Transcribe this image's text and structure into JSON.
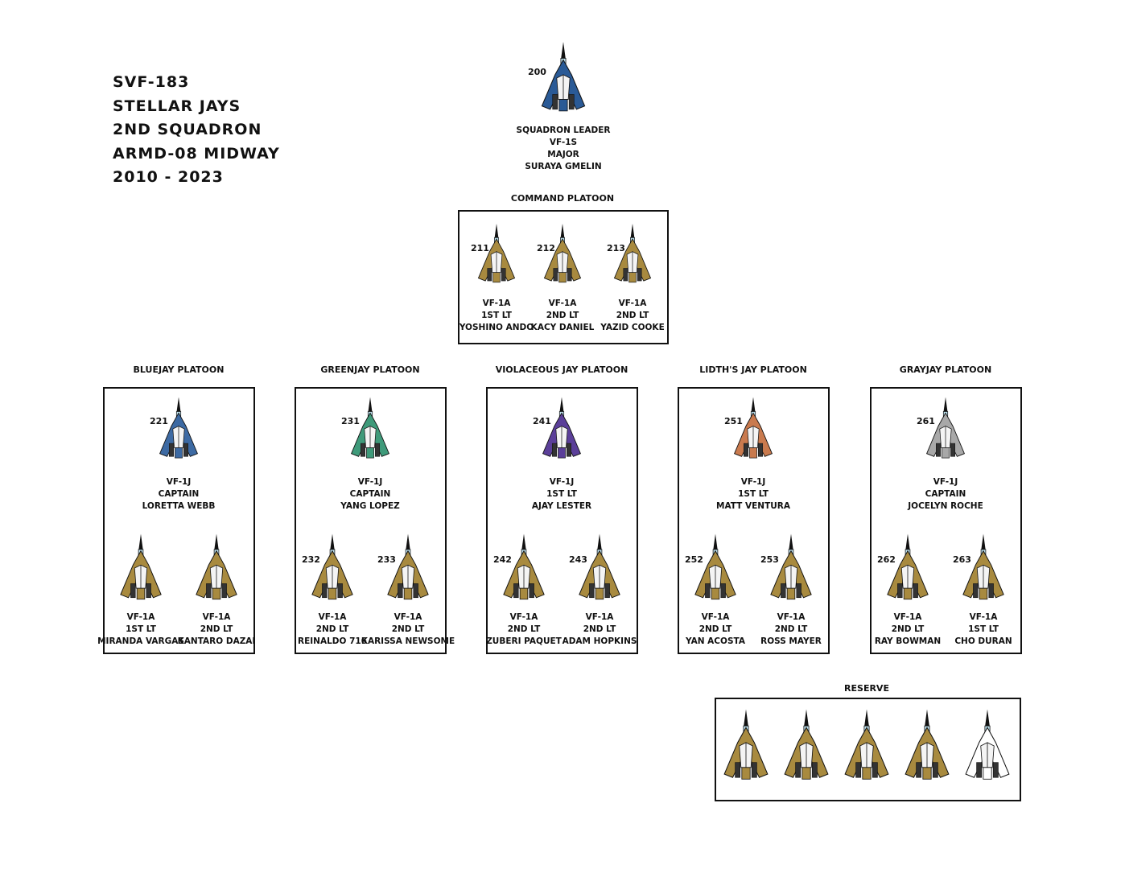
{
  "header": {
    "lines": [
      "SVF-183",
      "STELLAR JAYS",
      "2ND SQUADRON",
      "ARMD-08 MIDWAY",
      "2010 - 2023"
    ]
  },
  "colors": {
    "gold": "#a88a3f",
    "blue": "#3d6aa3",
    "green": "#3f9a7a",
    "purple": "#5b3f99",
    "orange": "#c97a4e",
    "gray": "#a8a8a8",
    "navy": "#2a5a96",
    "white": "#ffffff"
  },
  "leader": {
    "number": "200",
    "lines": [
      "SQUADRON LEADER",
      "VF-1S",
      "MAJOR",
      "SURAYA GMELIN"
    ]
  },
  "command": {
    "title": "COMMAND PLATOON",
    "members": [
      {
        "number": "211",
        "lines": [
          "VF-1A",
          "1ST LT",
          "YOSHINO ANDO"
        ]
      },
      {
        "number": "212",
        "lines": [
          "VF-1A",
          "2ND LT",
          "KACY DANIEL"
        ]
      },
      {
        "number": "213",
        "lines": [
          "VF-1A",
          "2ND LT",
          "YAZID COOKE"
        ]
      }
    ]
  },
  "platoons": [
    {
      "title": "BLUEJAY PLATOON",
      "color_key": "blue",
      "lead": {
        "number": "221",
        "lines": [
          "VF-1J",
          "CAPTAIN",
          "LORETTA WEBB"
        ]
      },
      "wing": [
        {
          "number": "",
          "lines": [
            "VF-1A",
            "1ST LT",
            "MIRANDA VARGAS"
          ]
        },
        {
          "number": "",
          "lines": [
            "VF-1A",
            "2ND LT",
            "KANTARO DAZAI"
          ]
        }
      ]
    },
    {
      "title": "GREENJAY PLATOON",
      "color_key": "green",
      "lead": {
        "number": "231",
        "lines": [
          "VF-1J",
          "CAPTAIN",
          "YANG LOPEZ"
        ]
      },
      "wing": [
        {
          "number": "232",
          "lines": [
            "VF-1A",
            "2ND LT",
            "REINALDO 716"
          ]
        },
        {
          "number": "233",
          "lines": [
            "VF-1A",
            "2ND LT",
            "KARISSA NEWSOME"
          ]
        }
      ]
    },
    {
      "title": "VIOLACEOUS JAY PLATOON",
      "color_key": "purple",
      "lead": {
        "number": "241",
        "lines": [
          "VF-1J",
          "1ST LT",
          "AJAY LESTER"
        ]
      },
      "wing": [
        {
          "number": "242",
          "lines": [
            "VF-1A",
            "2ND LT",
            "ZUBERI PAQUET"
          ]
        },
        {
          "number": "243",
          "lines": [
            "VF-1A",
            "2ND LT",
            "ADAM HOPKINS"
          ]
        }
      ]
    },
    {
      "title": "LIDTH'S JAY PLATOON",
      "color_key": "orange",
      "lead": {
        "number": "251",
        "lines": [
          "VF-1J",
          "1ST LT",
          "MATT VENTURA"
        ]
      },
      "wing": [
        {
          "number": "252",
          "lines": [
            "VF-1A",
            "2ND LT",
            "YAN ACOSTA"
          ]
        },
        {
          "number": "253",
          "lines": [
            "VF-1A",
            "2ND LT",
            "ROSS MAYER"
          ]
        }
      ]
    },
    {
      "title": "GRAYJAY PLATOON",
      "color_key": "gray",
      "lead": {
        "number": "261",
        "lines": [
          "VF-1J",
          "CAPTAIN",
          "JOCELYN ROCHE"
        ]
      },
      "wing": [
        {
          "number": "262",
          "lines": [
            "VF-1A",
            "2ND LT",
            "RAY BOWMAN"
          ]
        },
        {
          "number": "263",
          "lines": [
            "VF-1A",
            "1ST LT",
            "CHO DURAN"
          ]
        }
      ]
    }
  ],
  "reserve": {
    "title": "RESERVE",
    "craft": [
      {
        "color_key": "gold"
      },
      {
        "color_key": "gold"
      },
      {
        "color_key": "gold"
      },
      {
        "color_key": "gold"
      },
      {
        "color_key": "white"
      }
    ]
  }
}
